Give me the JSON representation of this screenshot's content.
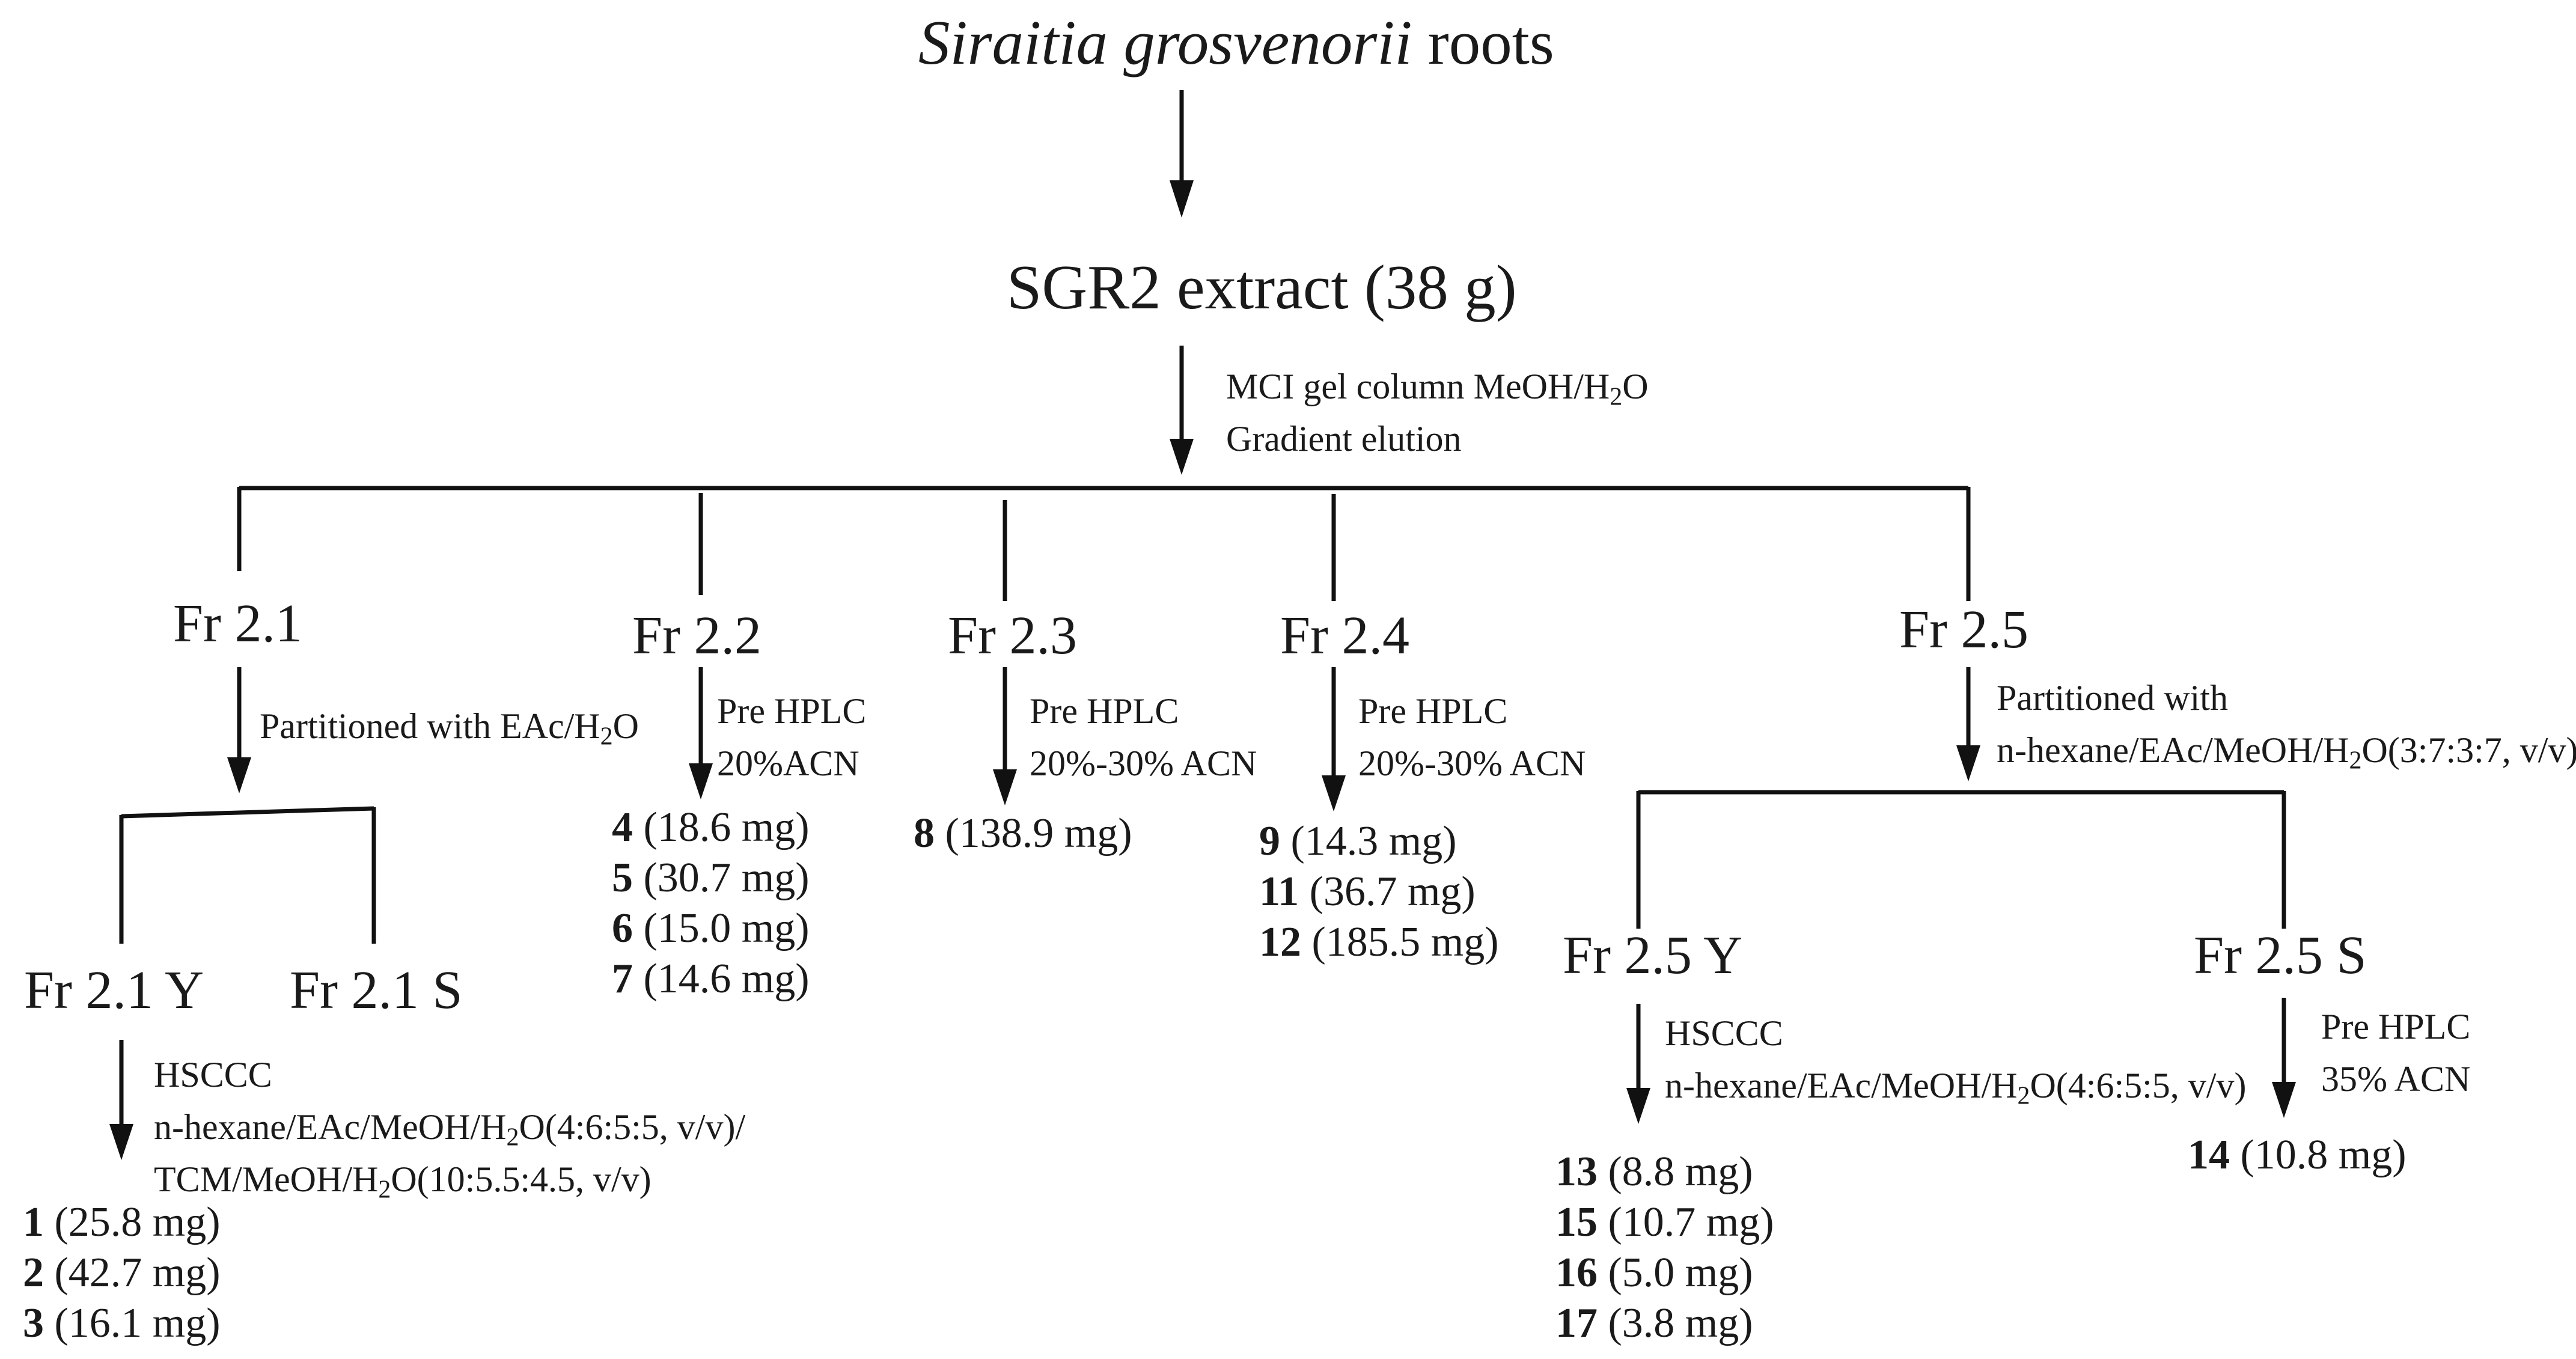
{
  "source": {
    "genus": "Siraitia grosvenorii",
    "rest": "roots"
  },
  "extract": "SGR2 extract (38 g)",
  "column": {
    "line1_a": "MCI  gel column MeOH/H",
    "line1_sub": "2",
    "line1_b": "O",
    "line2": "Gradient elution"
  },
  "fractions": {
    "fr21": {
      "label": "Fr 2.1",
      "step_a": "Partitioned with EAc/H",
      "step_sub": "2",
      "step_b": "O",
      "sub_y": "Fr 2.1 Y",
      "sub_s": "Fr 2.1 S",
      "y_step": {
        "line1": "HSCCC",
        "line2_a": "n-hexane/EAc/MeOH/H",
        "line2_sub": "2",
        "line2_b": "O(4:6:5:5, v/v)/",
        "line3_a": "TCM/MeOH/H",
        "line3_sub": "2",
        "line3_b": "O(10:5.5:4.5, v/v)"
      },
      "compounds": [
        {
          "id": "1",
          "amount": "(25.8 mg)"
        },
        {
          "id": "2",
          "amount": "(42.7 mg)"
        },
        {
          "id": "3",
          "amount": "(16.1 mg)"
        }
      ]
    },
    "fr22": {
      "label": "Fr 2.2",
      "step_line1": "Pre HPLC",
      "step_line2": "20%ACN",
      "compounds": [
        {
          "id": "4",
          "amount": "(18.6 mg)"
        },
        {
          "id": "5",
          "amount": "(30.7 mg)"
        },
        {
          "id": "6",
          "amount": "(15.0 mg)"
        },
        {
          "id": "7",
          "amount": "(14.6 mg)"
        }
      ]
    },
    "fr23": {
      "label": "Fr 2.3",
      "step_line1": "Pre HPLC",
      "step_line2": "20%-30% ACN",
      "compounds": [
        {
          "id": "8",
          "amount": "(138.9 mg)"
        }
      ]
    },
    "fr24": {
      "label": "Fr 2.4",
      "step_line1": "Pre HPLC",
      "step_line2": "20%-30% ACN",
      "compounds": [
        {
          "id": "9",
          "amount": "(14.3 mg)"
        },
        {
          "id": "11",
          "amount": "(36.7 mg)"
        },
        {
          "id": "12",
          "amount": "(185.5 mg)"
        }
      ]
    },
    "fr25": {
      "label": "Fr 2.5",
      "step_line1": "Partitioned with",
      "step_line2_a": "n-hexane/EAc/MeOH/H",
      "step_line2_sub": "2",
      "step_line2_b": "O(3:7:3:7, v/v)",
      "sub_y": "Fr 2.5 Y",
      "sub_s": "Fr 2.5 S",
      "y_step": {
        "line1": "HSCCC",
        "line2_a": "n-hexane/EAc/MeOH/H",
        "line2_sub": "2",
        "line2_b": "O(4:6:5:5, v/v)"
      },
      "y_compounds": [
        {
          "id": "13",
          "amount": "(8.8 mg)"
        },
        {
          "id": "15",
          "amount": "(10.7 mg)"
        },
        {
          "id": "16",
          "amount": "(5.0 mg)"
        },
        {
          "id": "17",
          "amount": "(3.8 mg)"
        }
      ],
      "s_step": {
        "line1": "Pre HPLC",
        "line2": "35% ACN"
      },
      "s_compounds": [
        {
          "id": "14",
          "amount": "(10.8 mg)"
        }
      ]
    }
  }
}
